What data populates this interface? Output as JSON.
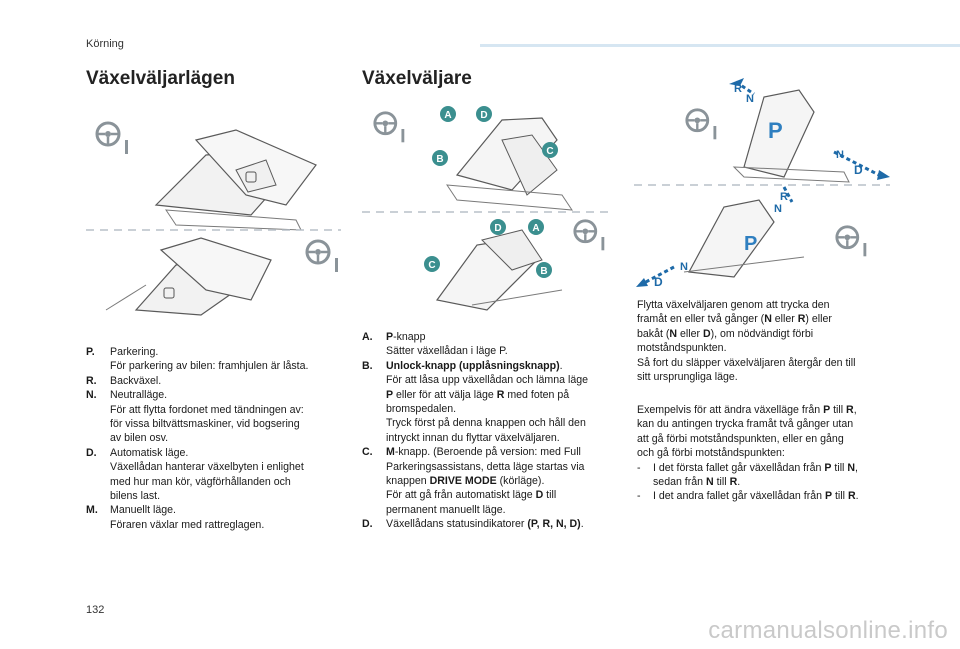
{
  "header": {
    "section": "Körning"
  },
  "headings": {
    "left": "Växelväljarlägen",
    "right": "Växelväljare"
  },
  "callouts": {
    "a": "A",
    "b": "B",
    "c": "C",
    "d": "D"
  },
  "shift_letters": {
    "p": "P",
    "r": "R",
    "n": "N",
    "d": "D"
  },
  "modes_list": [
    {
      "key": "P.",
      "lines": [
        "Parkering.",
        "För parkering av bilen: framhjulen är låsta."
      ]
    },
    {
      "key": "R.",
      "lines": [
        "Backväxel."
      ]
    },
    {
      "key": "N.",
      "lines": [
        "Neutralläge.",
        "För att flytta fordonet med tändningen av:",
        "för vissa biltvättsmaskiner, vid bogsering",
        "av bilen osv."
      ]
    },
    {
      "key": "D.",
      "lines": [
        "Automatisk läge.",
        "Växellådan hanterar växelbyten i enlighet",
        "med hur man kör, vägförhållanden och",
        "bilens last."
      ]
    },
    {
      "key": "M.",
      "lines": [
        "Manuellt läge.",
        "Föraren växlar med rattreglagen."
      ]
    }
  ],
  "selector_list": {
    "a": {
      "key": "A.",
      "l1_bold": "P",
      "l1_rest": "-knapp",
      "l2": "Sätter växellådan i läge P."
    },
    "b": {
      "key": "B.",
      "l1_bold": "Unlock-knapp (upplåsningsknapp)",
      "l1_rest": ".",
      "l2": "För att låsa upp växellådan och lämna läge",
      "l3_b1": "P",
      "l3_m": " eller för att välja läge ",
      "l3_b2": "R",
      "l3_e": " med foten på",
      "l4": "bromspedalen.",
      "l5": "Tryck först på denna knappen och håll den",
      "l6": "intryckt innan du flyttar växelväljaren."
    },
    "c": {
      "key": "C.",
      "l1_bold": "M",
      "l1_rest": "-knapp. (Beroende på version: med Full",
      "l2": "Parkeringsassistans, detta läge startas via",
      "l3_s": "knappen ",
      "l3_b": "DRIVE MODE",
      "l3_e": " (körläge).",
      "l4": "För att gå från automatiskt läge ",
      "l4_b": "D",
      "l4_e": " till",
      "l5": "permanent manuellt läge."
    },
    "d": {
      "key": "D.",
      "l1": "Växellådans statusindikatorer ",
      "l1_b": "(P, R, N, D)",
      "l1_e": "."
    }
  },
  "right_text": {
    "p1": {
      "l1": "Flytta växelväljaren genom att trycka den",
      "l2_s": "framåt en eller två gånger (",
      "l2_b1": "N",
      "l2_m": " eller ",
      "l2_b2": "R",
      "l2_e": ") eller",
      "l3_s": "bakåt (",
      "l3_b1": "N",
      "l3_m": " eller ",
      "l3_b2": "D",
      "l3_e": "), om nödvändigt förbi",
      "l4": "motståndspunkten.",
      "l5": "Så fort du släpper växelväljaren återgår den till",
      "l6": "sitt ursprungliga läge."
    },
    "p2": {
      "l1_s": "Exempelvis för att ändra växelläge från ",
      "l1_b1": "P",
      "l1_m": " till ",
      "l1_b2": "R",
      "l1_e": ",",
      "l2": "kan du antingen trycka framåt två gånger utan",
      "l3": "att gå förbi motståndspunkten, eller en gång",
      "l4": "och gå förbi motståndspunkten:"
    },
    "bullets": [
      {
        "dash": "-",
        "s": "I det första fallet går växellådan från ",
        "b1": "P",
        "m": " till ",
        "b2": "N",
        "e": ",",
        "l2_s": "sedan från ",
        "l2_b1": "N",
        "l2_m": " till ",
        "l2_b2": "R",
        "l2_e": "."
      },
      {
        "dash": "-",
        "s": "I det andra fallet går växellådan från ",
        "b1": "P",
        "m": " till ",
        "b2": "R",
        "e": "."
      }
    ]
  },
  "footer": {
    "page_number": "132",
    "watermark": "carmanualsonline.info"
  },
  "colors": {
    "callout_teal": "#3b8f8f",
    "arrow_blue": "#1e6aa8",
    "gear_p_blue": "#2f7fc0",
    "line_gray": "#5a5a5a"
  }
}
